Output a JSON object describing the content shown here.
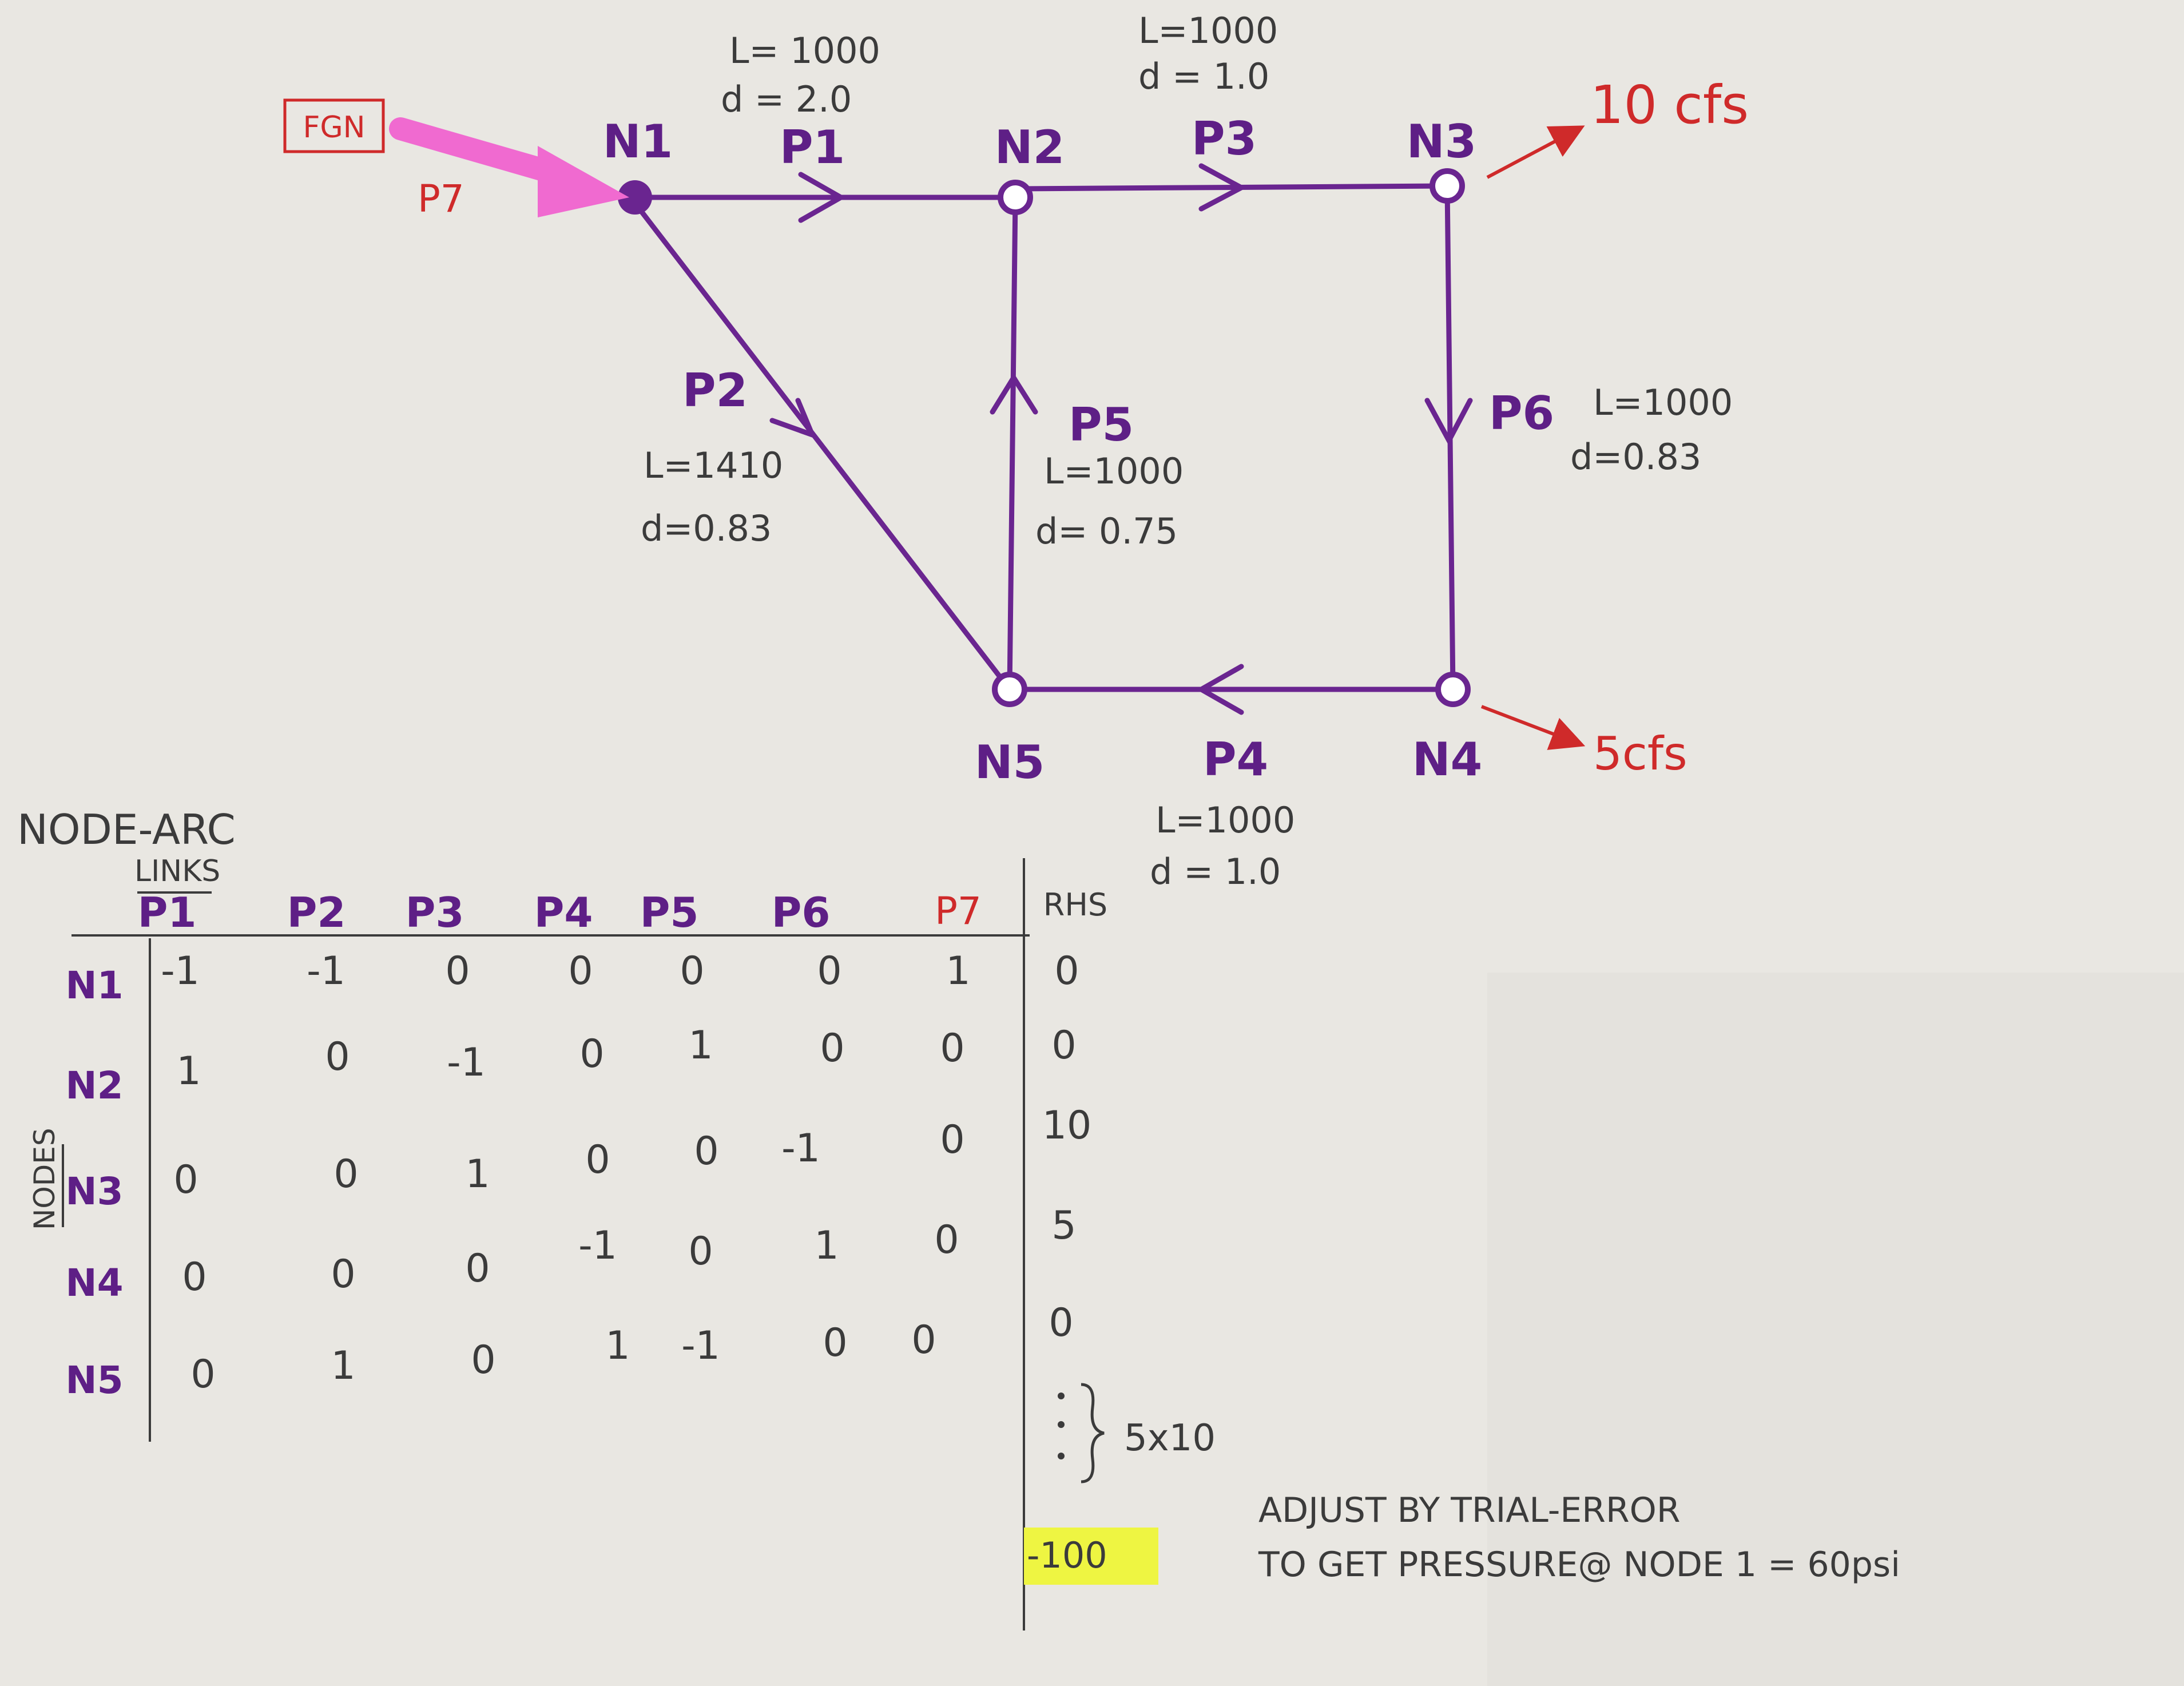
{
  "network": {
    "source_box": "FGN",
    "source_pipe": "P7",
    "nodes": [
      "N1",
      "N2",
      "N3",
      "N4",
      "N5"
    ],
    "pipes": {
      "p1": {
        "label": "P1",
        "L": "L= 1000",
        "d": "d = 2.0"
      },
      "p2": {
        "label": "P2",
        "L": "L=1410",
        "d": "d=0.83"
      },
      "p3": {
        "label": "P3",
        "L": "L=1000",
        "d": "d = 1.0"
      },
      "p4": {
        "label": "P4",
        "L": "L=1000",
        "d": "d = 1.0"
      },
      "p5": {
        "label": "P5",
        "L": "L=1000",
        "d": "d= 0.75"
      },
      "p6": {
        "label": "P6",
        "L": "L=1000",
        "d": "d=0.83"
      }
    },
    "demands": {
      "n3": "10 cfs",
      "n4": "5cfs"
    },
    "colors": {
      "pipe": "#6a2590",
      "demand": "#cf2a2a",
      "source": "#f06ad0",
      "ink": "#3b3b3b"
    }
  },
  "matrix": {
    "title": "NODE-ARC",
    "links_label": "LINKS",
    "nodes_label": "NODES",
    "columns": [
      "P1",
      "P2",
      "P3",
      "P4",
      "P5",
      "P6",
      "P7"
    ],
    "rhs_label": "RHS",
    "rows": [
      {
        "node": "N1",
        "values": [
          "-1",
          "-1",
          "0",
          "0",
          "0",
          "0",
          "1"
        ],
        "rhs": "0"
      },
      {
        "node": "N2",
        "values": [
          "1",
          "0",
          "-1",
          "0",
          "1",
          "0",
          "0"
        ],
        "rhs": "0"
      },
      {
        "node": "N3",
        "values": [
          "0",
          "0",
          "1",
          "0",
          "0",
          "-1",
          "0"
        ],
        "rhs": "10"
      },
      {
        "node": "N4",
        "values": [
          "0",
          "0",
          "0",
          "-1",
          "0",
          "1",
          "0"
        ],
        "rhs": "5"
      },
      {
        "node": "N5",
        "values": [
          "0",
          "1",
          "0",
          "1",
          "-1",
          "0",
          "0"
        ],
        "rhs": "0"
      }
    ],
    "continuation": "5x10",
    "final_rhs": "-100",
    "highlight_color": "#eef542"
  },
  "note": {
    "line1": "ADJUST BY TRIAL-ERROR",
    "line2": "TO GET PRESSURE@ NODE 1 = 60psi"
  }
}
